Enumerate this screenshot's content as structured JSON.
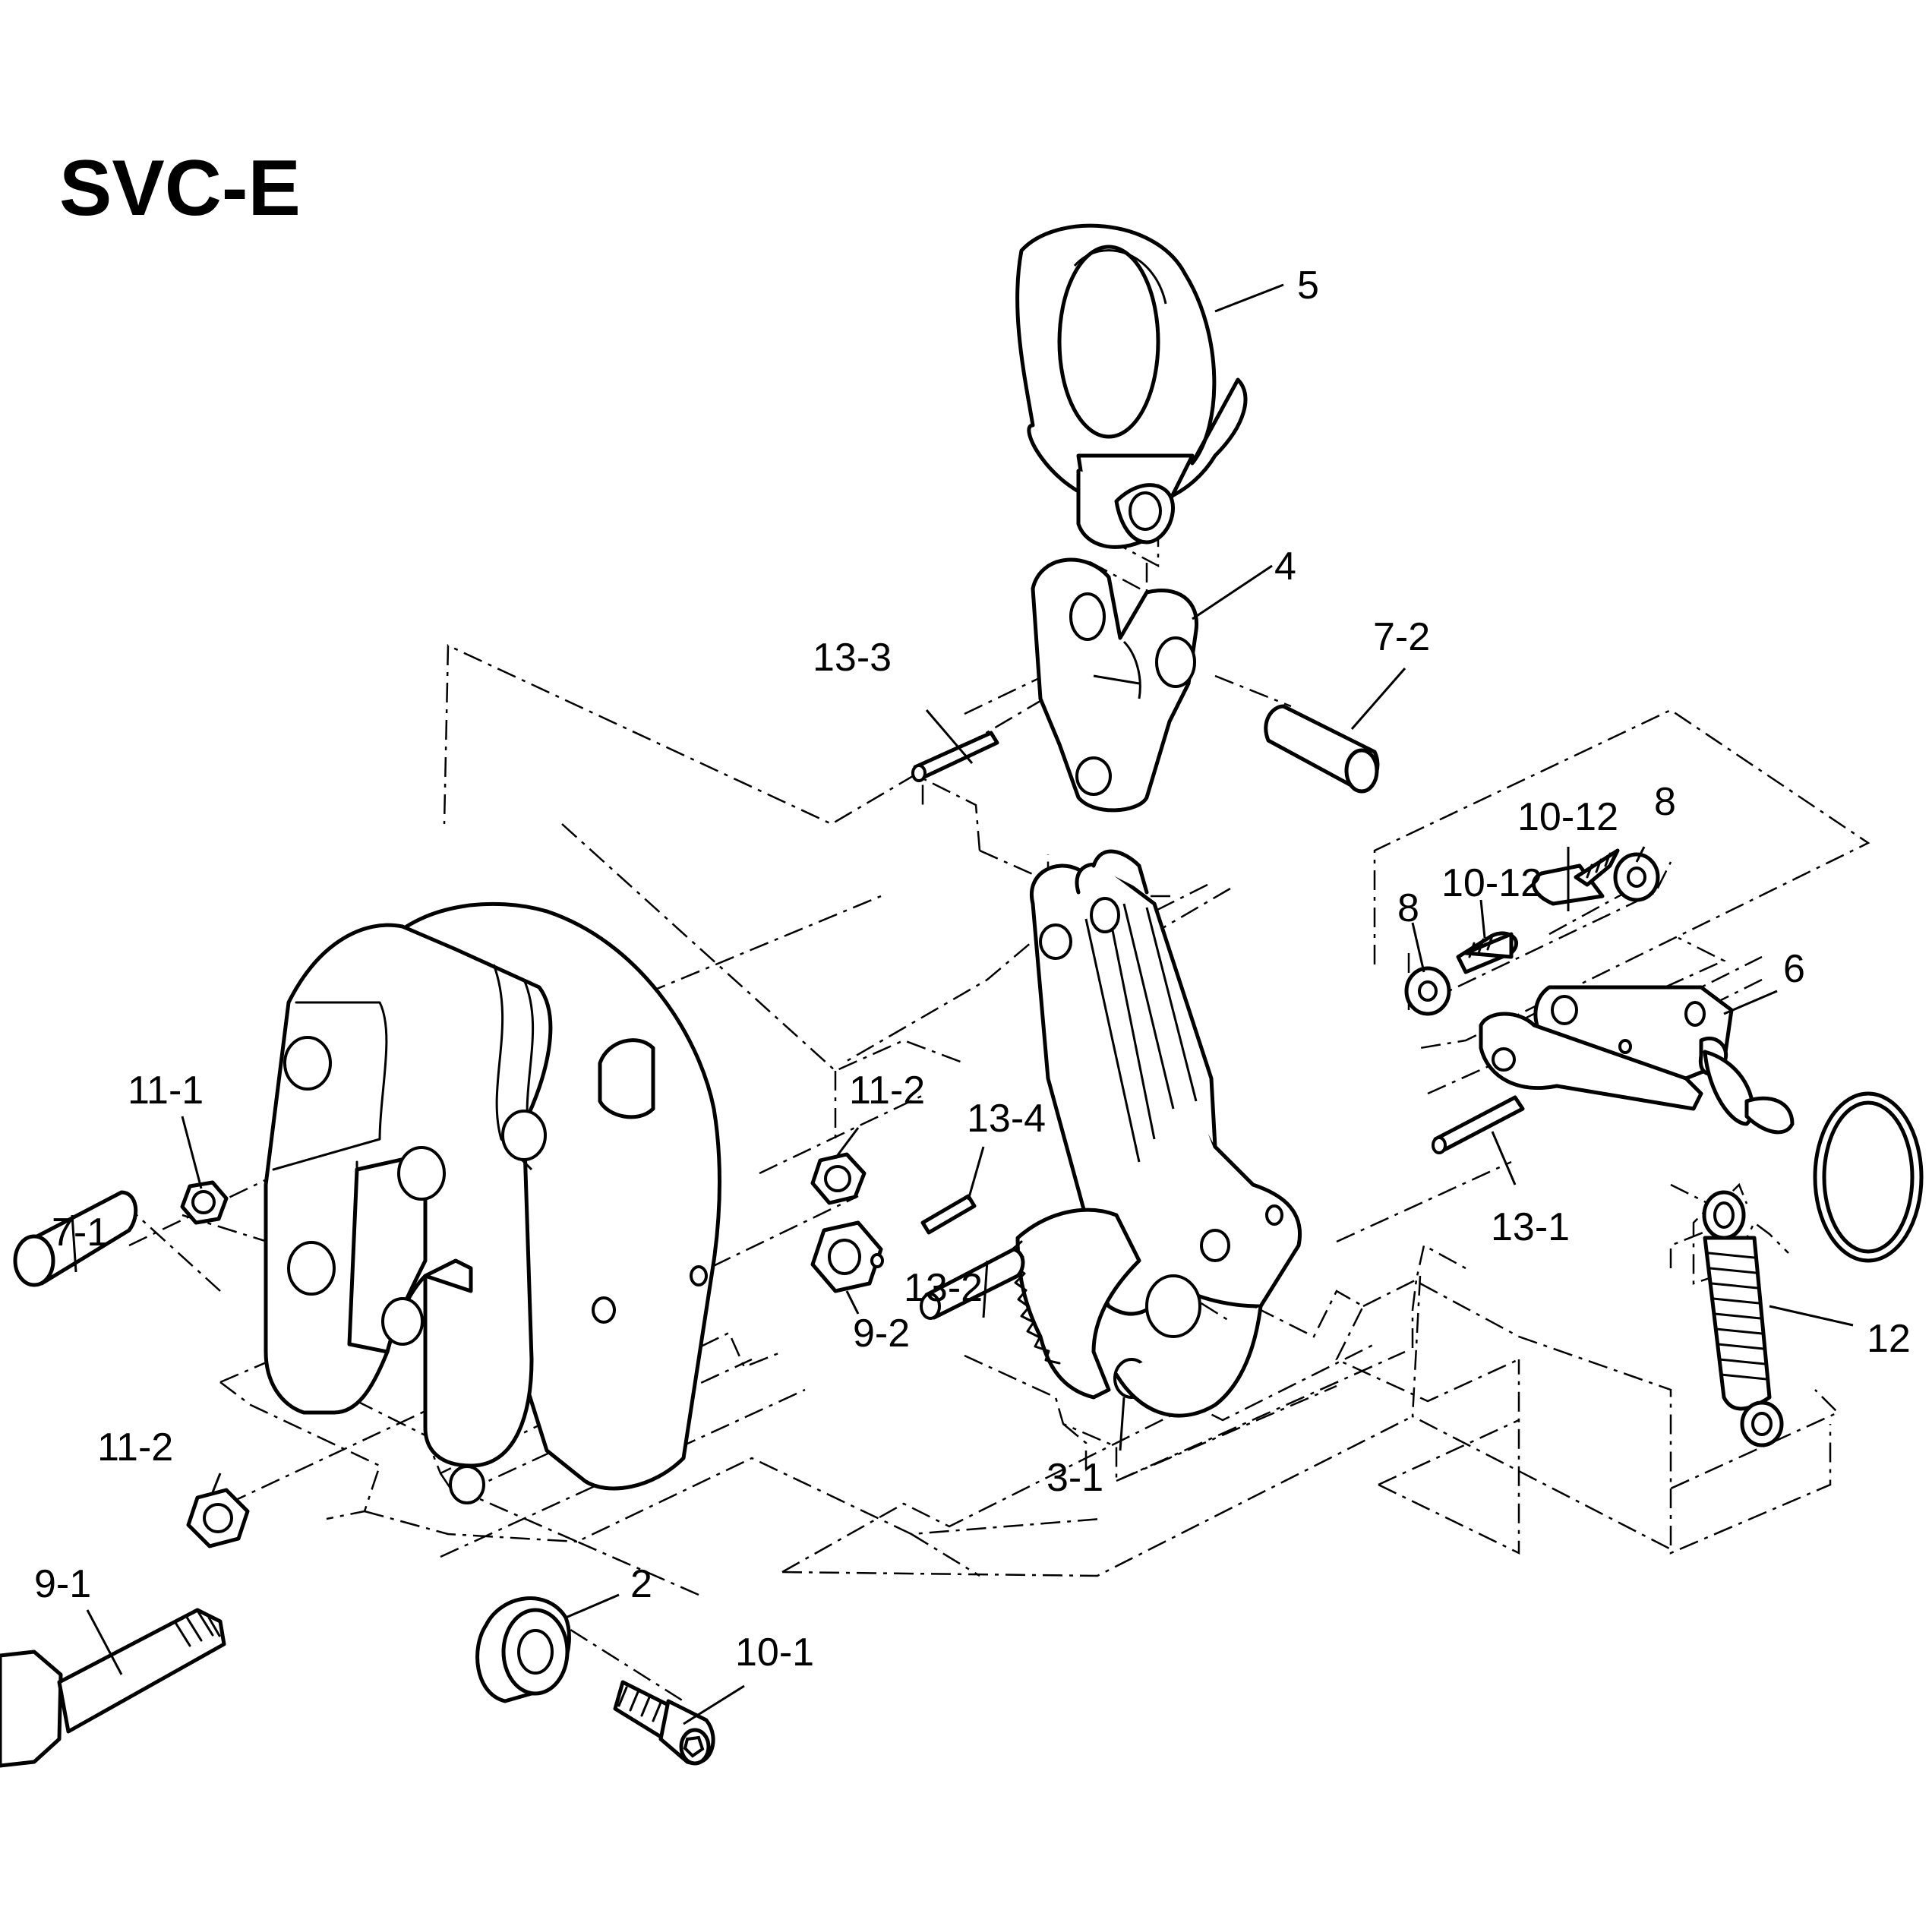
{
  "title": "SVC-E",
  "callouts": {
    "p5": "5",
    "p4": "4",
    "p13_3": "13-3",
    "p7_2": "7-2",
    "p10_12a": "10-12",
    "p8a": "8",
    "p10_12b": "10-12",
    "p8b": "8",
    "p6": "6",
    "p11_1": "11-1",
    "p11_2a": "11-2",
    "p13_4": "13-4",
    "p7_1": "7-1",
    "p9_2": "9-2",
    "p13_2": "13-2",
    "p3_1": "3-1",
    "p13_1": "13-1",
    "p12": "12",
    "p11_2b": "11-2",
    "p9_1": "9-1",
    "p2": "2",
    "p10_1": "10-1"
  }
}
